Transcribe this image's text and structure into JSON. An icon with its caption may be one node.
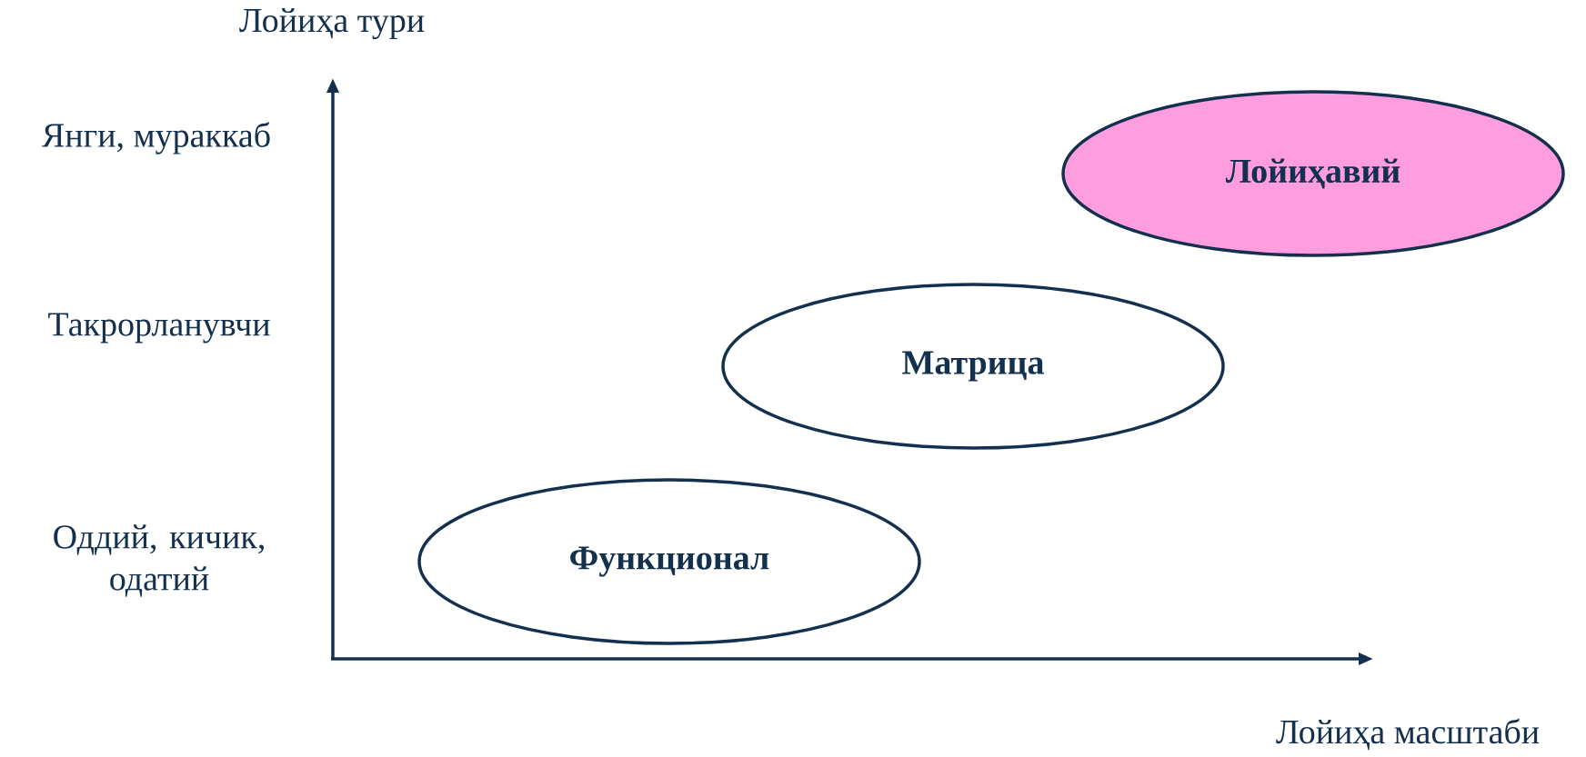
{
  "diagram": {
    "nodes": [
      {
        "text": [
          "Лойиҳавий"
        ]
      },
      {
        "text": [
          "Матрица"
        ]
      },
      {
        "text": [
          "Функционал"
        ]
      }
    ],
    "labels": [
      "Лойиҳа тури",
      "Янги, мураккаб",
      "Такрорланувчи",
      "Оддий, кичик, одатий",
      "Лойиҳа масштаби"
    ]
  }
}
